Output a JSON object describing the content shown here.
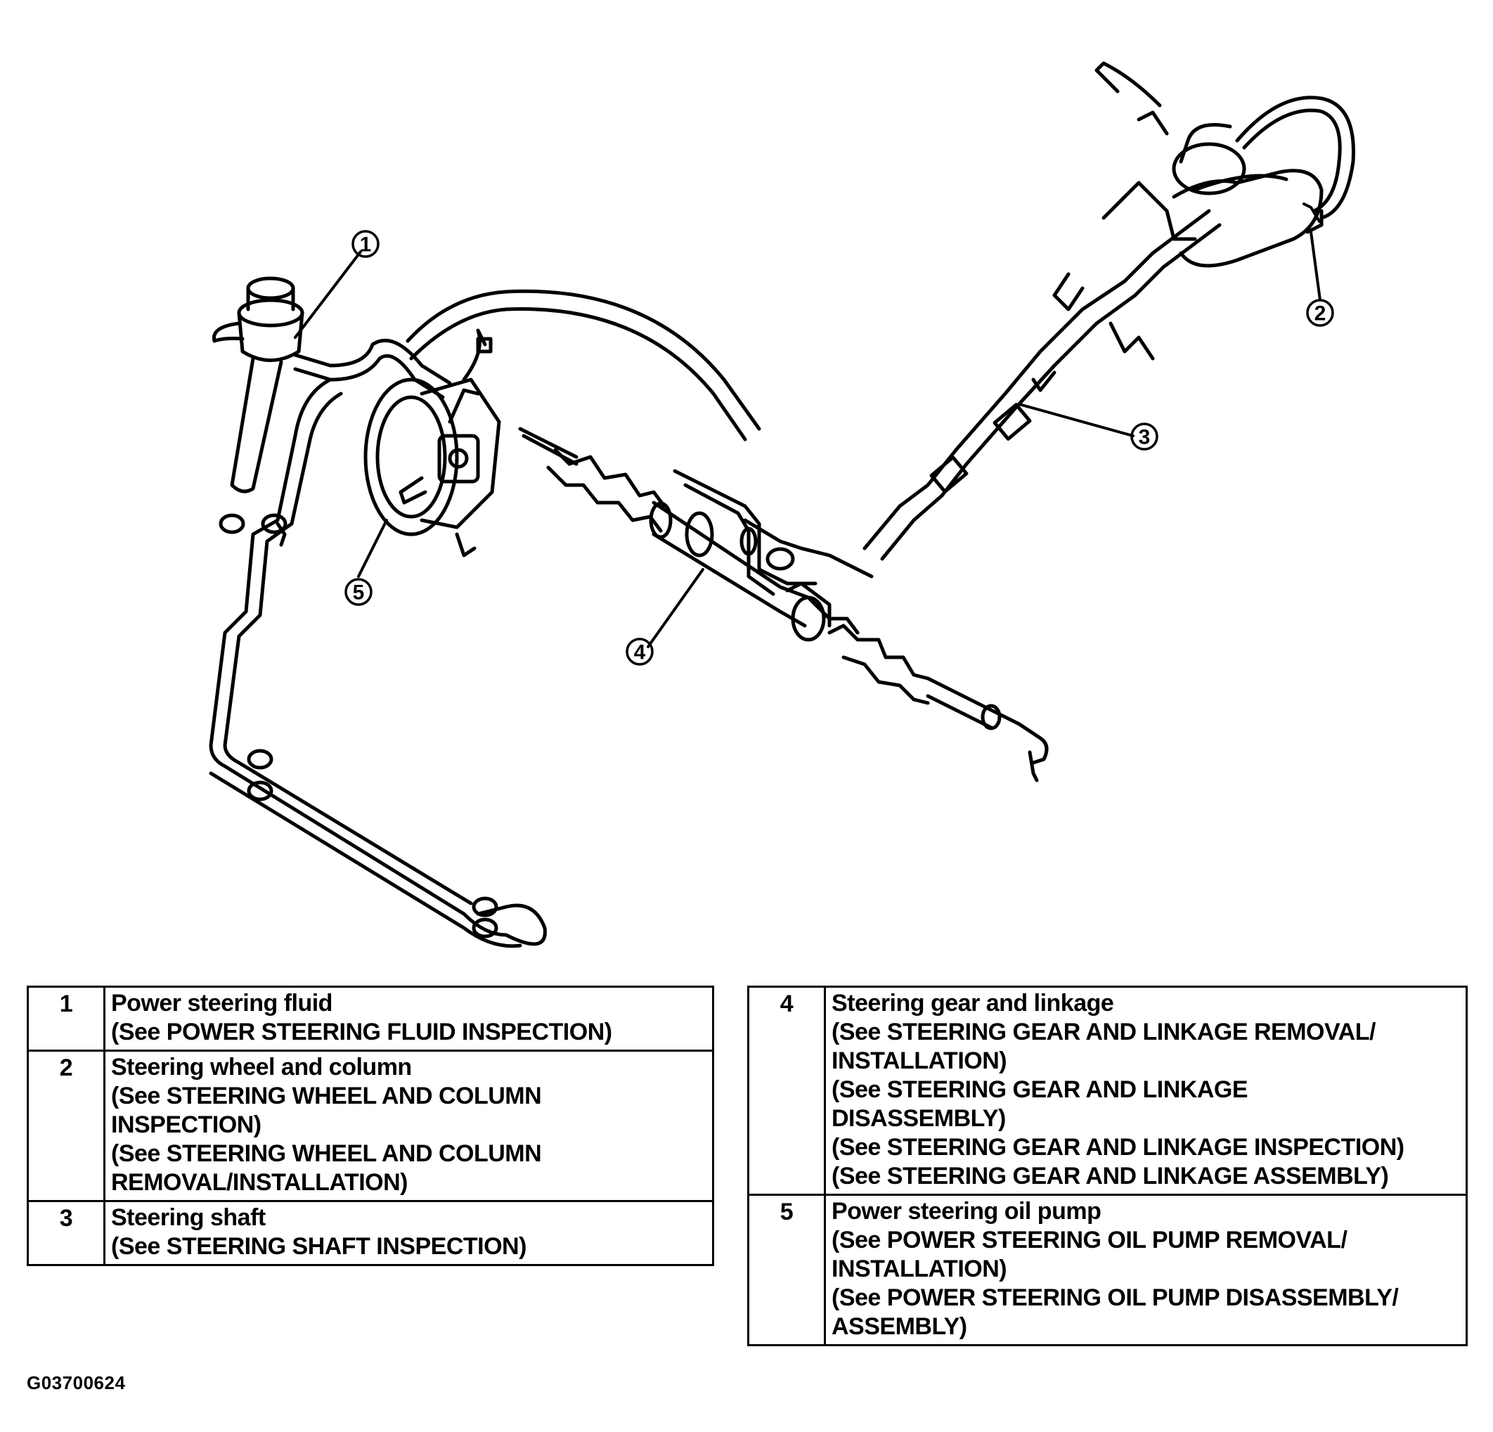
{
  "callouts": [
    "1",
    "2",
    "3",
    "4",
    "5"
  ],
  "legend_left": [
    {
      "num": "1",
      "lines": [
        "Power steering fluid",
        "(See POWER STEERING FLUID INSPECTION)"
      ]
    },
    {
      "num": "2",
      "lines": [
        "Steering wheel and column",
        "(See STEERING WHEEL AND COLUMN",
        "INSPECTION)",
        "(See STEERING WHEEL AND COLUMN",
        "REMOVAL/INSTALLATION)"
      ]
    },
    {
      "num": "3",
      "lines": [
        "Steering shaft",
        "(See STEERING SHAFT INSPECTION)"
      ]
    }
  ],
  "legend_right": [
    {
      "num": "4",
      "lines": [
        "Steering gear and linkage",
        "(See STEERING GEAR AND LINKAGE REMOVAL/",
        "INSTALLATION)",
        "(See STEERING GEAR AND LINKAGE",
        "DISASSEMBLY)",
        "(See STEERING GEAR AND LINKAGE INSPECTION)",
        "(See STEERING GEAR AND LINKAGE ASSEMBLY)"
      ]
    },
    {
      "num": "5",
      "lines": [
        "Power steering oil pump",
        "(See POWER STEERING OIL PUMP REMOVAL/",
        "INSTALLATION)",
        "(See POWER STEERING OIL PUMP DISASSEMBLY/",
        "ASSEMBLY)"
      ]
    }
  ],
  "figure_code": "G03700624"
}
